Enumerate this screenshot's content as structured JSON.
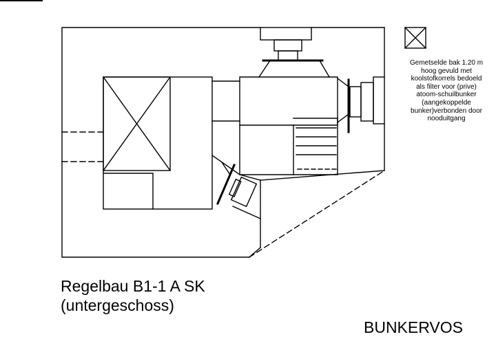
{
  "legend": {
    "icon": "crossed-box-icon",
    "lines": [
      "Gemetselde bak 1.20 m",
      "hoog gevuld met",
      "koolstofkorrels bedoeld",
      "als filter voor (prive)",
      "atoom-schuilbunker",
      "(aangekoppelde",
      "bunker)verbonden door",
      "nooduitgang"
    ]
  },
  "title": {
    "line1": "Regelbau B1-1 A  SK",
    "line2": "(untergeschoss)"
  },
  "brand": "BUNKERVOS"
}
